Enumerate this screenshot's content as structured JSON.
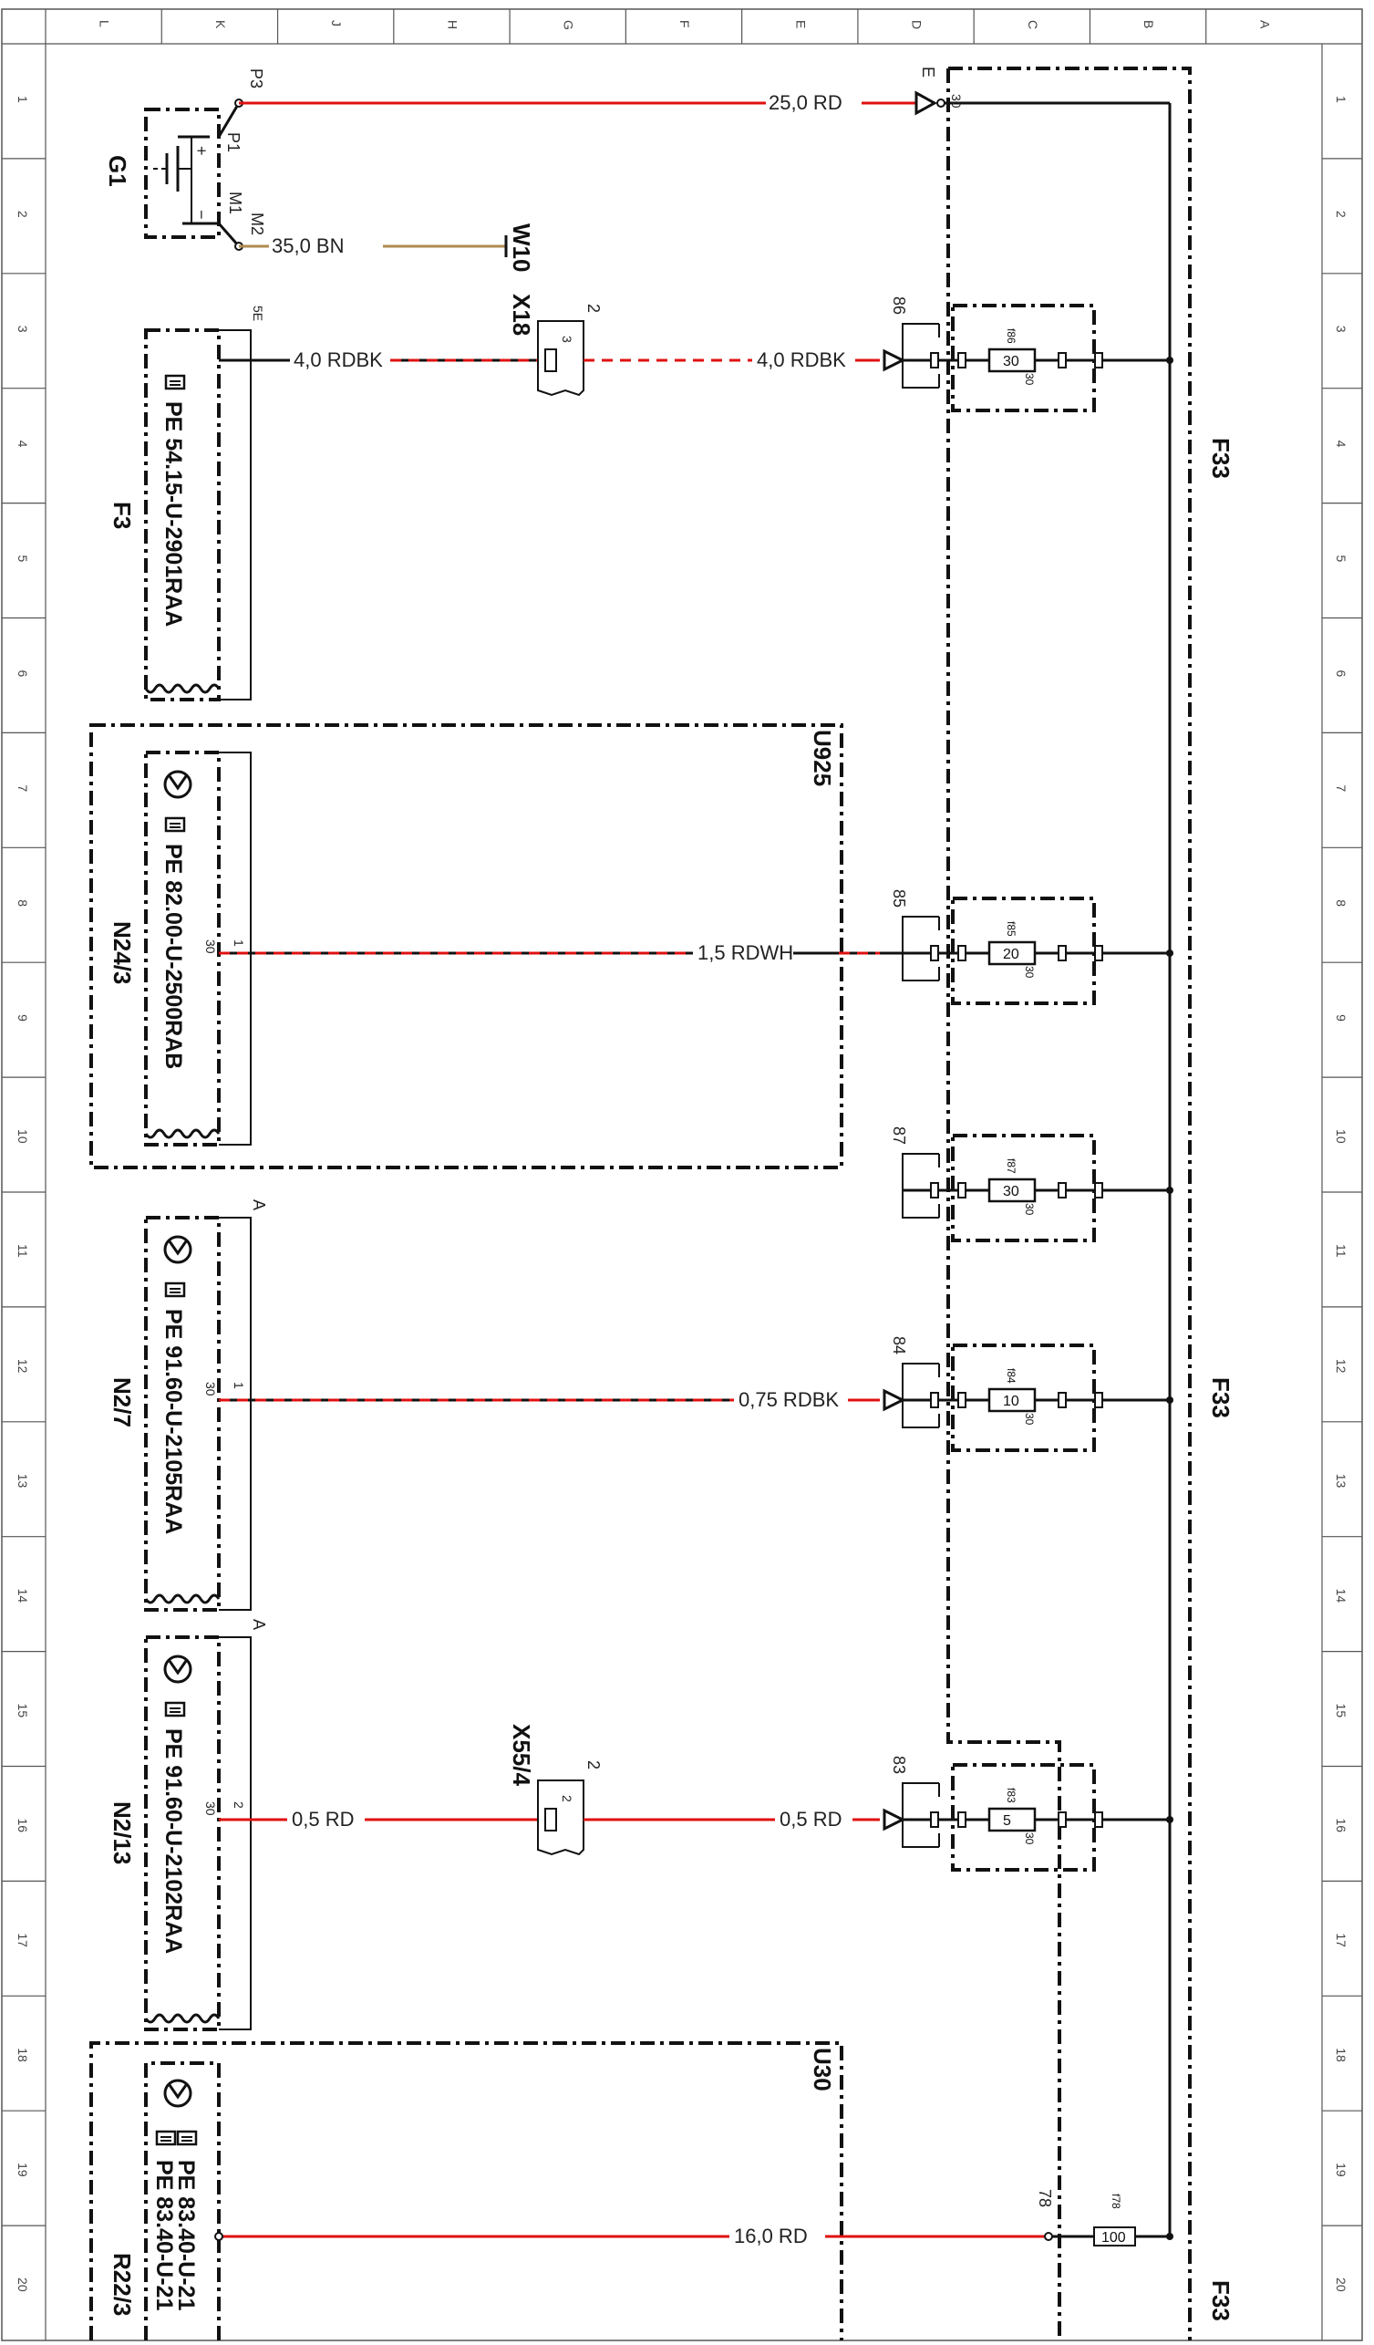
{
  "border": {
    "columns": [
      "L",
      "K",
      "J",
      "H",
      "G",
      "F",
      "E",
      "D",
      "C",
      "B",
      "A"
    ],
    "rows": [
      "1",
      "2",
      "3",
      "4",
      "5",
      "6",
      "7",
      "8",
      "9",
      "10",
      "11",
      "12",
      "13",
      "14",
      "15",
      "16",
      "17",
      "18",
      "19",
      "20"
    ]
  },
  "battery": {
    "name": "G1",
    "pins": {
      "p3": "P3",
      "p1": "P1",
      "m1": "M1",
      "m2": "M2",
      "plus": "+",
      "minus": "−"
    },
    "wire_main": "25,0 RD",
    "wire_ground": "35,0 BN",
    "ground_name": "W10"
  },
  "fusebox": {
    "name": "F33",
    "entry_pin": "E",
    "entry_num": "30",
    "fuses": [
      {
        "slot": "86",
        "id": "f86",
        "rating": "30",
        "pin": "30"
      },
      {
        "slot": "85",
        "id": "f85",
        "rating": "20",
        "pin": "30"
      },
      {
        "slot": "87",
        "id": "f87",
        "rating": "30",
        "pin": "30"
      },
      {
        "slot": "84",
        "id": "f84",
        "rating": "10",
        "pin": "30"
      },
      {
        "slot": "83",
        "id": "f83",
        "rating": "5",
        "pin": "30"
      },
      {
        "slot": "78",
        "id": "f78",
        "rating": "100",
        "pin": ""
      }
    ]
  },
  "connectors": {
    "x18": {
      "name": "X18",
      "pin": "3",
      "count": "2"
    },
    "x55": {
      "name": "X55/4",
      "pin": "2",
      "count": "2"
    }
  },
  "consumers": {
    "f3": {
      "name": "F3",
      "pe": "PE 54.15-U-2901RAA",
      "pin": "5E",
      "wire_left": "4,0 RDBK",
      "wire_right": "4,0 RDBK"
    },
    "n24": {
      "name": "N24/3",
      "group": "U925",
      "pe": "PE 82.00-U-2500RAB",
      "pin_outer": "1",
      "pin_inner": "30",
      "wire": "1,5 RDWH"
    },
    "n2_7": {
      "name": "N2/7",
      "pe": "PE 91.60-U-2105RAA",
      "label": "A",
      "pin_outer": "1",
      "pin_inner": "30",
      "wire": "0,75 RDBK"
    },
    "n2_13": {
      "name": "N2/13",
      "pe": "PE 91.60-U-2102RAA",
      "label": "A",
      "pin_outer": "2",
      "pin_inner": "30",
      "wire_left": "0,5 RD",
      "wire_right": "0,5 RD"
    },
    "r22": {
      "name": "R22/3",
      "group": "U30",
      "pe1": "PE 83.40-U-21",
      "pe2": "PE 83.40-U-21",
      "wire": "16,0 RD"
    }
  },
  "colors": {
    "power_red": "#e01010",
    "ground_brown": "#b08a50",
    "line": "#111111"
  }
}
